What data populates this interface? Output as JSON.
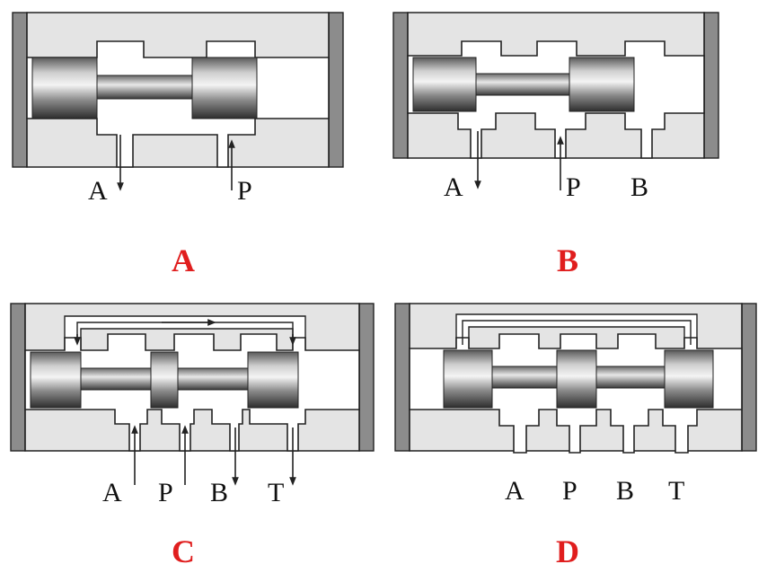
{
  "colors": {
    "caption": "#e01e1e",
    "body": "#e4e4e4",
    "endcap": "#8c8c8c"
  },
  "panels": [
    {
      "id": "A",
      "caption": "A",
      "ports": [
        "A",
        "P"
      ]
    },
    {
      "id": "B",
      "caption": "B",
      "ports": [
        "A",
        "P",
        "B"
      ]
    },
    {
      "id": "C",
      "caption": "C",
      "ports": [
        "A",
        "P",
        "B",
        "T"
      ]
    },
    {
      "id": "D",
      "caption": "D",
      "ports": [
        "A",
        "P",
        "B",
        "T"
      ]
    }
  ]
}
